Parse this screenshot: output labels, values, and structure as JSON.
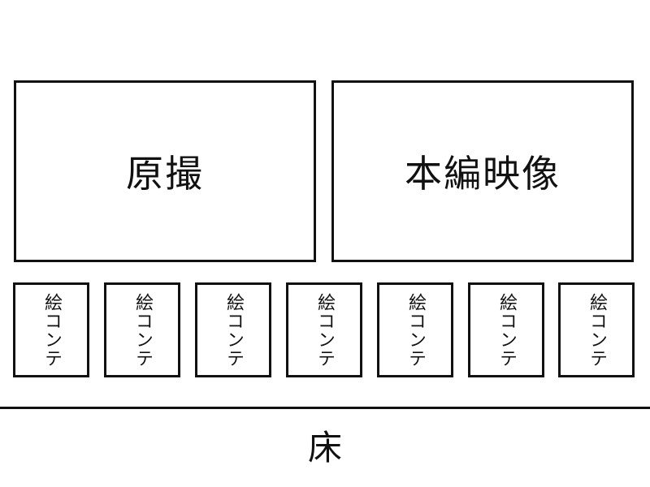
{
  "screens": {
    "left_label": "原撮",
    "right_label": "本編映像"
  },
  "cards": [
    {
      "label": "絵コンテ"
    },
    {
      "label": "絵コンテ"
    },
    {
      "label": "絵コンテ"
    },
    {
      "label": "絵コンテ"
    },
    {
      "label": "絵コンテ"
    },
    {
      "label": "絵コンテ"
    },
    {
      "label": "絵コンテ"
    }
  ],
  "floor": {
    "label": "床"
  }
}
